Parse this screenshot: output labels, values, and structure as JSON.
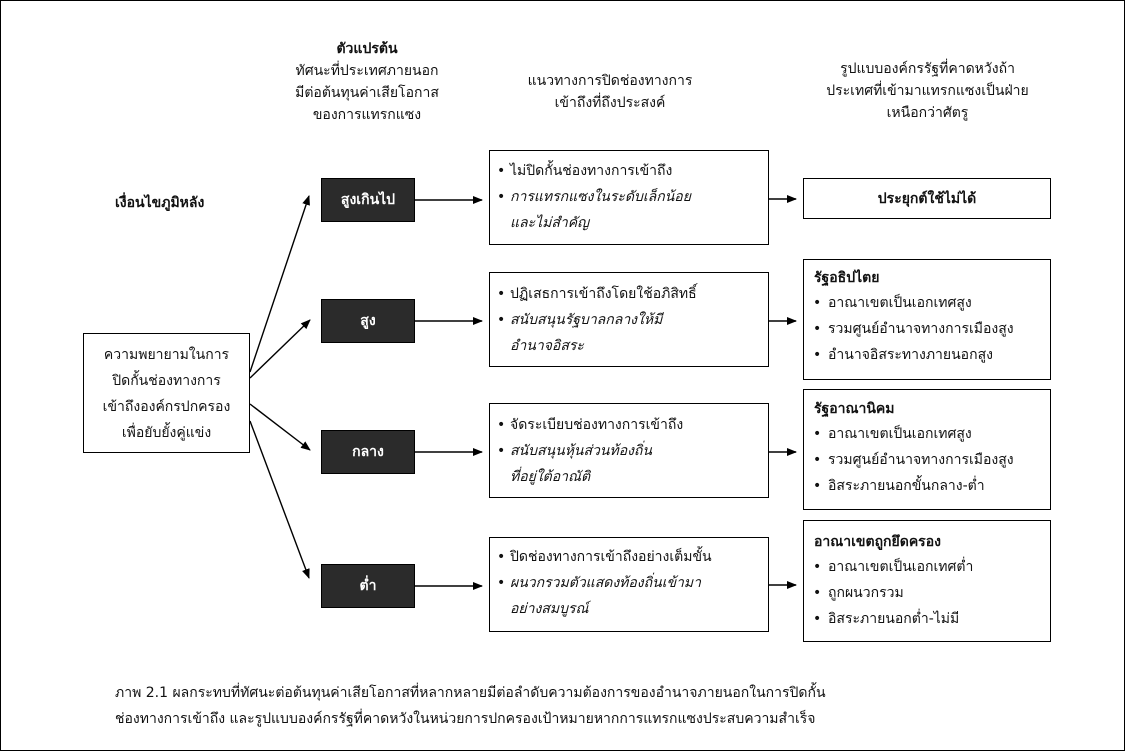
{
  "headers": {
    "col1_bold": "ตัวแปรต้น",
    "col1_lines": [
      "ทัศนะที่ประเทศภายนอก",
      "มีต่อต้นทุนค่าเสียโอกาส",
      "ของการแทรกแซง"
    ],
    "col2_lines": [
      "แนวทางการปิดช่องทางการ",
      "เข้าถึงที่ถึงประสงค์"
    ],
    "col3_lines": [
      "รูปแบบองค์กรรัฐที่คาดหวังถ้า",
      "ประเทศที่เข้ามาแทรกแซงเป็นฝ่าย",
      "เหนือกว่าศัตรู"
    ]
  },
  "background_label": "เงื่อนไขภูมิหลัง",
  "source_box_lines": [
    "ความพยายามในการ",
    "ปิดกั้นช่องทางการ",
    "เข้าถึงองค์กรปกครอง",
    "เพื่อยับยั้งคู่แข่ง"
  ],
  "levels": [
    {
      "label": "สูงเกินไป",
      "approach": [
        {
          "text": "ไม่ปิดกั้นช่องทางการเข้าถึง",
          "italic": false
        },
        {
          "text": "การแทรกแซงในระดับเล็กน้อย",
          "italic": true,
          "cont": "และไม่สำคัญ"
        }
      ],
      "result_title": "ประยุกต์ใช้ไม่ได้",
      "result_items": []
    },
    {
      "label": "สูง",
      "approach": [
        {
          "text": "ปฏิเสธการเข้าถึงโดยใช้อภิสิทธิ์",
          "italic": false
        },
        {
          "text": "สนับสนุนรัฐบาลกลางให้มี",
          "italic": true,
          "cont": "อำนาจอิสระ"
        }
      ],
      "result_title": "รัฐอธิปไตย",
      "result_items": [
        "อาณาเขตเป็นเอกเทศสูง",
        "รวมศูนย์อำนาจทางการเมืองสูง",
        "อำนาจอิสระทางภายนอกสูง"
      ]
    },
    {
      "label": "กลาง",
      "approach": [
        {
          "text": "จัดระเบียบช่องทางการเข้าถึง",
          "italic": false
        },
        {
          "text": "สนับสนุนหุ้นส่วนท้องถิ่น",
          "italic": true,
          "cont": "ที่อยู่ใต้อาณัติ"
        }
      ],
      "result_title": "รัฐอาณานิคม",
      "result_items": [
        "อาณาเขตเป็นเอกเทศสูง",
        "รวมศูนย์อำนาจทางการเมืองสูง",
        "อิสระภายนอกขั้นกลาง-ต่ำ"
      ]
    },
    {
      "label": "ต่ำ",
      "approach": [
        {
          "text": "ปิดช่องทางการเข้าถึงอย่างเต็มขั้น",
          "italic": false
        },
        {
          "text": "ผนวกรวมตัวแสดงท้องถิ่นเข้ามา",
          "italic": true,
          "cont": "อย่างสมบูรณ์"
        }
      ],
      "result_title": "อาณาเขตถูกยึดครอง",
      "result_items": [
        "อาณาเขตเป็นเอกเทศต่ำ",
        "ถูกผนวกรวม",
        "อิสระภายนอกต่ำ-ไม่มี"
      ]
    }
  ],
  "caption": {
    "line1": "ภาพ  2.1  ผลกระทบที่ทัศนะต่อต้นทุนค่าเสียโอกาสที่หลากหลายมีต่อลำดับความต้องการของอำนาจภายนอกในการปิดกั้น",
    "line2": "ช่องทางการเข้าถึง  และรูปแบบองค์กรรัฐที่คาดหวังในหน่วยการปกครองเป้าหมายหากการแทรกแซงประสบความสำเร็จ"
  }
}
